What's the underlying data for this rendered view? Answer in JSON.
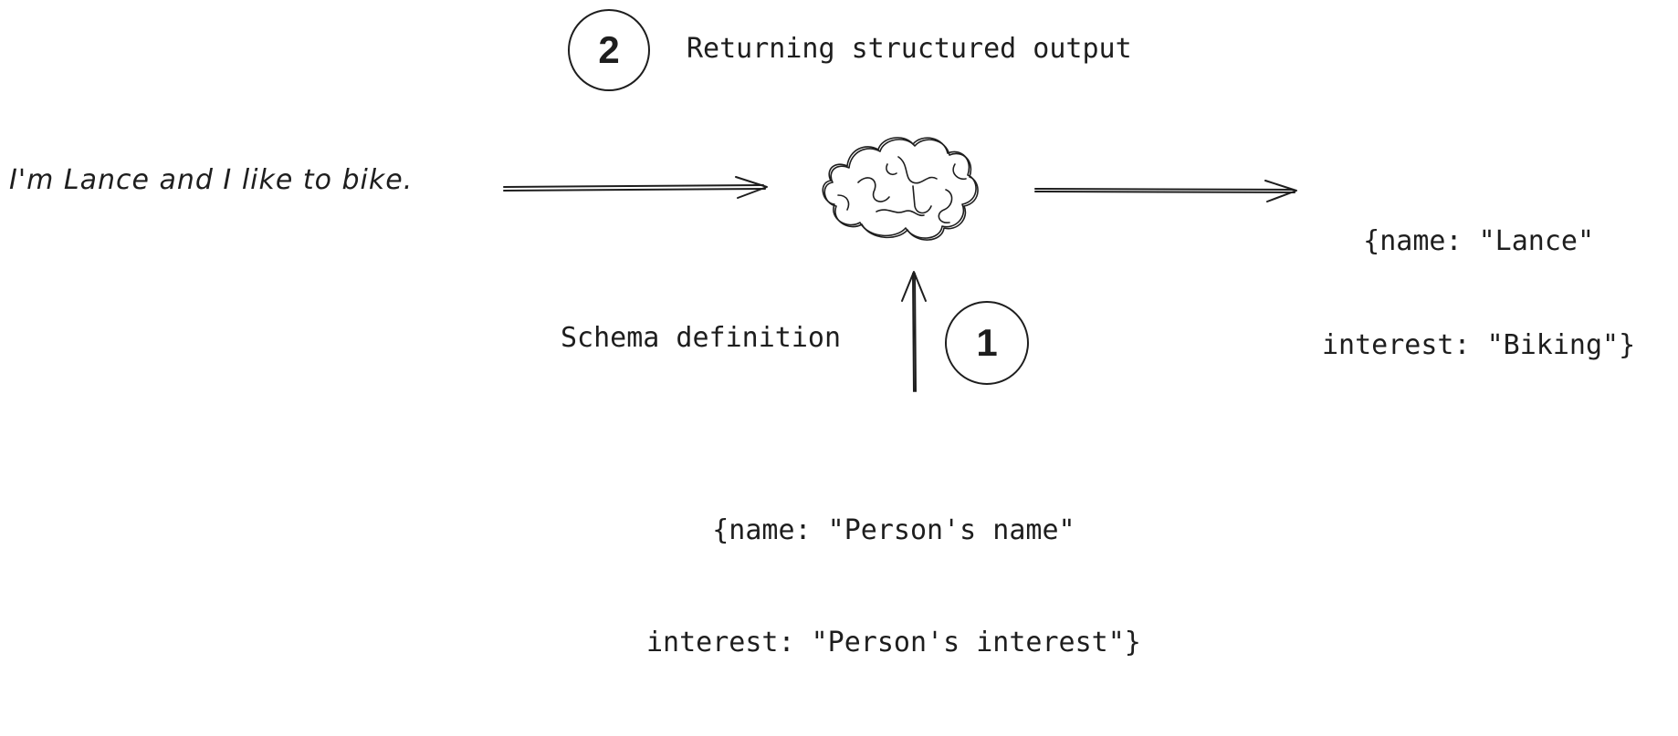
{
  "step_two": {
    "number": "2",
    "title": "Returning structured output"
  },
  "input": {
    "sentence": "I'm Lance and I like to bike."
  },
  "model": {
    "icon": "brain-icon"
  },
  "output": {
    "line1": "{name: \"Lance\"",
    "line2": "interest: \"Biking\"}"
  },
  "step_one": {
    "number": "1",
    "label": "Schema definition"
  },
  "schema": {
    "line1": "{name: \"Person's name\"",
    "line2": "interest: \"Person's interest\"}"
  },
  "colors": {
    "stroke": "#1e1e1e",
    "background": "#ffffff"
  }
}
